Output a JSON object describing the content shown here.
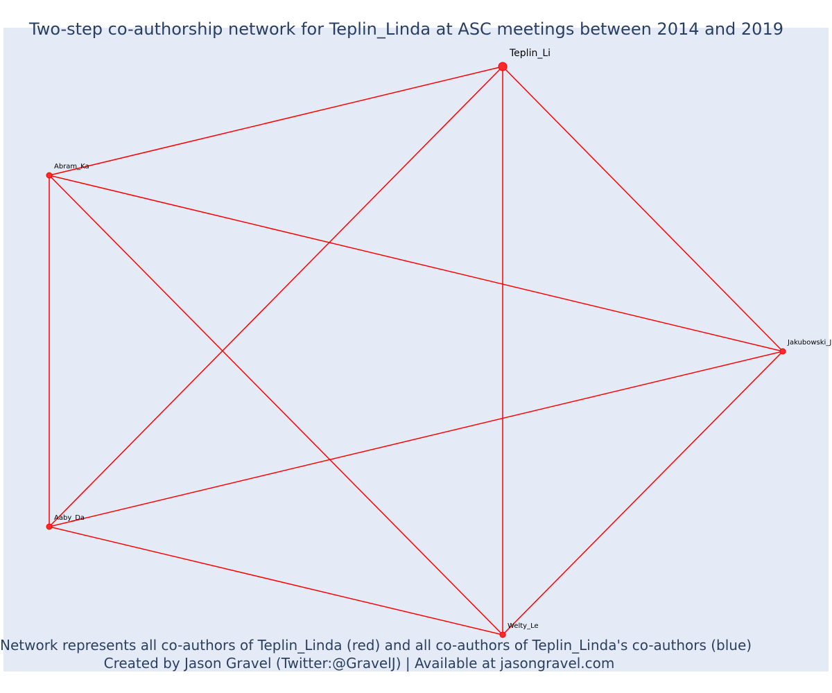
{
  "title": "Two-step co-authorship network for Teplin_Linda at ASC meetings between 2014 and 2019",
  "caption": {
    "line1": "Network represents all co-authors of Teplin_Linda (red) and all co-authors of Teplin_Linda's co-authors (blue)",
    "line2": "Created by Jason Gravel (Twitter:@GravelJ) | Available at jasongravel.com"
  },
  "colors": {
    "background": "#e5ebf6",
    "edge": "#ff0000",
    "node_fill": "#ff2a2a",
    "node_stroke": "#ff0000",
    "text": "#2a3f5f"
  },
  "nodes": [
    {
      "id": "teplin",
      "label": "Teplin_Li",
      "focal": true
    },
    {
      "id": "abram",
      "label": "Abram_Ka",
      "focal": false
    },
    {
      "id": "jakubowski",
      "label": "Jakubowski_J",
      "focal": false
    },
    {
      "id": "aaby",
      "label": "Aaby_Da",
      "focal": false
    },
    {
      "id": "welty",
      "label": "Welty_Le",
      "focal": false
    }
  ],
  "edges": [
    [
      "teplin",
      "abram"
    ],
    [
      "teplin",
      "jakubowski"
    ],
    [
      "teplin",
      "aaby"
    ],
    [
      "teplin",
      "welty"
    ],
    [
      "abram",
      "jakubowski"
    ],
    [
      "abram",
      "aaby"
    ],
    [
      "abram",
      "welty"
    ],
    [
      "jakubowski",
      "aaby"
    ],
    [
      "jakubowski",
      "welty"
    ],
    [
      "aaby",
      "welty"
    ]
  ]
}
